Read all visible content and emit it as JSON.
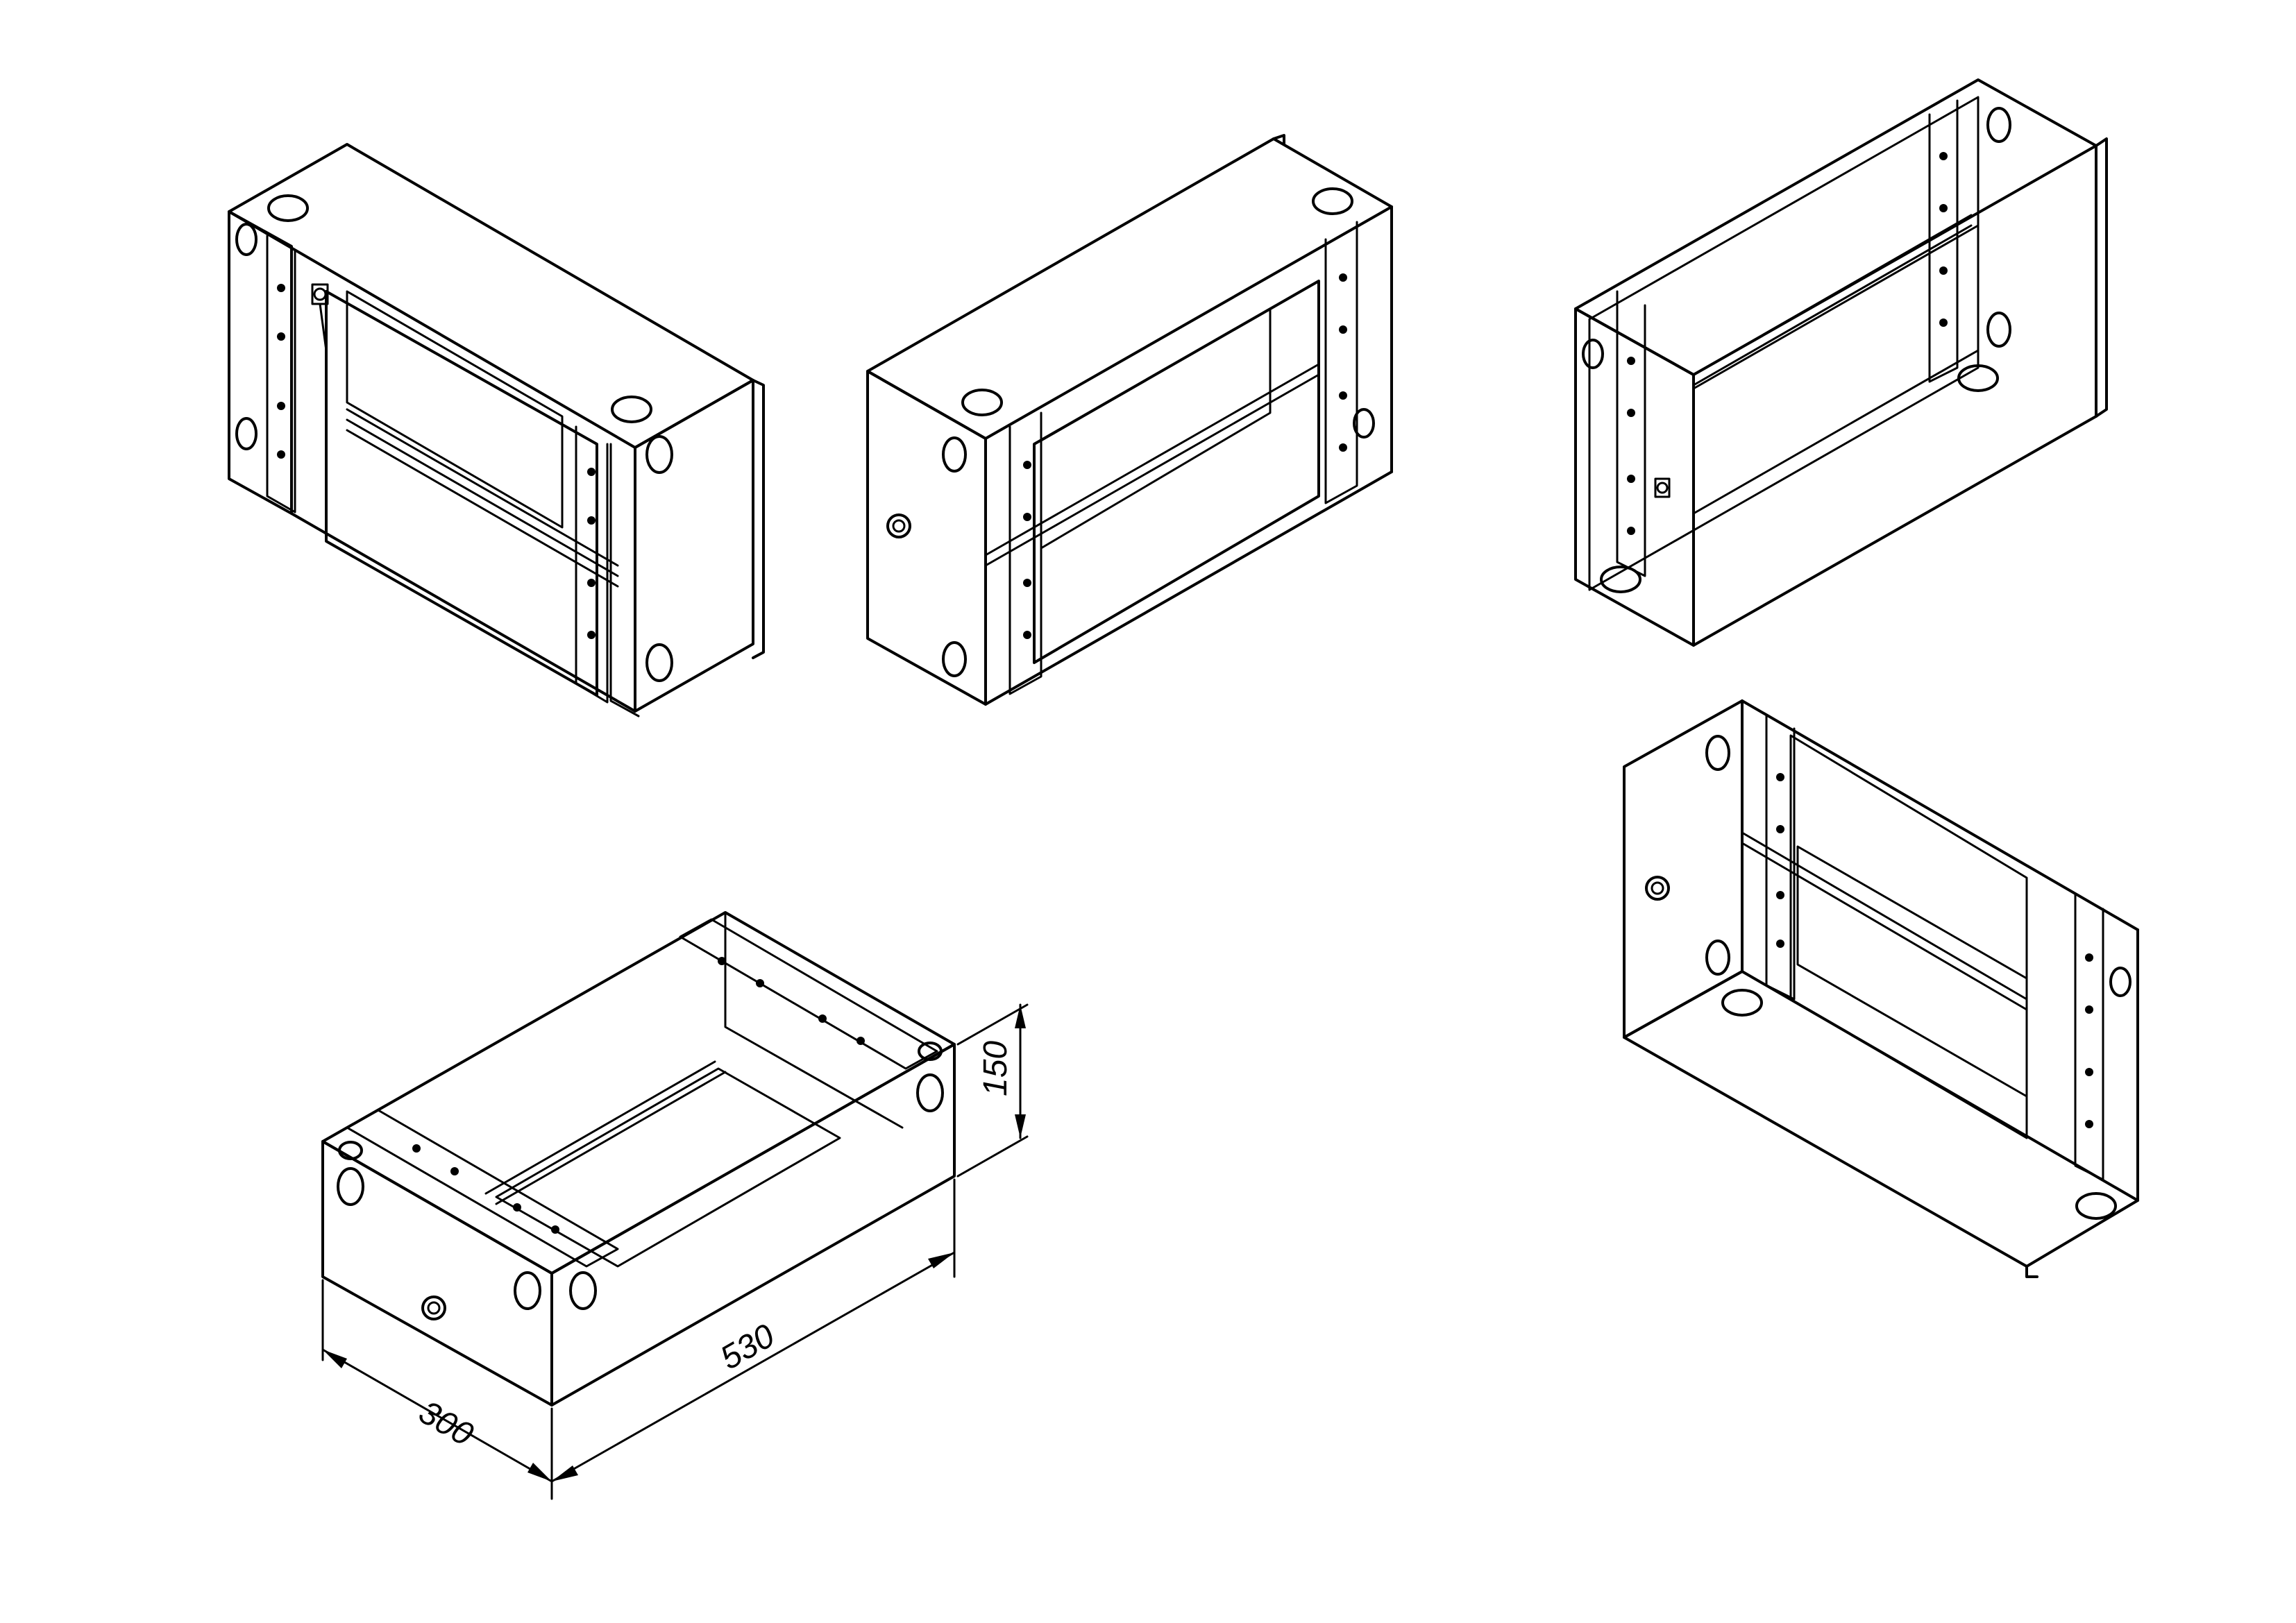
{
  "drawing": {
    "type": "isometric technical drawing",
    "views": [
      {
        "id": "view-front-left",
        "label": ""
      },
      {
        "id": "view-front-right",
        "label": ""
      },
      {
        "id": "view-back-right",
        "label": ""
      },
      {
        "id": "view-bottom-right",
        "label": ""
      },
      {
        "id": "view-dimensioned",
        "label": ""
      }
    ],
    "dimensions": {
      "depth": "300",
      "width": "530",
      "height": "150"
    }
  }
}
